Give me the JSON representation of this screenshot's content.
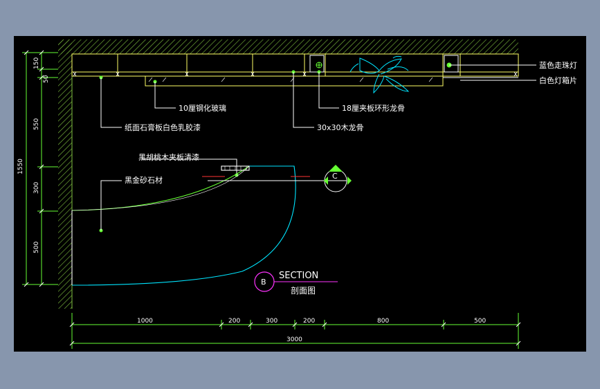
{
  "colors": {
    "background": "#8796ad",
    "canvas": "#000000",
    "wall_hatch": "#7fbf3f",
    "ceiling": "#ffff66",
    "cyan": "#00e5ff",
    "green": "#66ff33",
    "white": "#ffffff",
    "magenta": "#ff33ff",
    "red": "#ff3333"
  },
  "labels": {
    "blue_lamp": "蓝色走珠灯",
    "white_lightbox": "白色灯箱片",
    "tempered_glass": "10厘钢化玻璃",
    "plywood_keel": "18厘夹板环形龙骨",
    "gypsum_board": "纸面石膏板白色乳胶漆",
    "wood_keel": "30x30木龙骨",
    "walnut_plywood": "黑胡桃木夹板清漆",
    "black_granite": "黑金砂石材"
  },
  "section": {
    "marker": "B",
    "title": "SECTION",
    "subtitle": "剖面图",
    "cut_marker": "C"
  },
  "dimensions": {
    "vertical": {
      "total": "1550",
      "segments": [
        "150",
        "50",
        "550",
        "300",
        "500"
      ]
    },
    "horizontal": {
      "total": "3000",
      "segments": [
        "1000",
        "200",
        "300",
        "200",
        "800",
        "500"
      ]
    }
  },
  "icons": [
    "blue-lamp-icon",
    "leaf-ornament-icon",
    "section-marker-icon",
    "cut-marker-icon"
  ]
}
